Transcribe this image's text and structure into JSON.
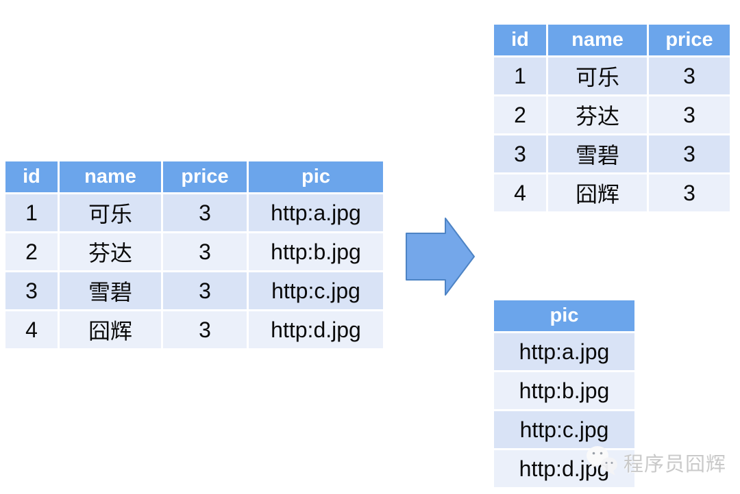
{
  "colors": {
    "header_bg": "#6BA5EB",
    "row_odd": "#D9E3F6",
    "row_even": "#EBF0FA",
    "arrow_fill": "#74A7EA",
    "arrow_border": "#4D83C4",
    "cell_text": "#0A0A0A",
    "header_text": "#FFFFFF",
    "watermark_text": "#C9C9C9"
  },
  "tables": {
    "source": {
      "headers": [
        "id",
        "name",
        "price",
        "pic"
      ],
      "rows": [
        [
          "1",
          "可乐",
          "3",
          "http:a.jpg"
        ],
        [
          "2",
          "芬达",
          "3",
          "http:b.jpg"
        ],
        [
          "3",
          "雪碧",
          "3",
          "http:c.jpg"
        ],
        [
          "4",
          "囧辉",
          "3",
          "http:d.jpg"
        ]
      ]
    },
    "split_main": {
      "headers": [
        "id",
        "name",
        "price"
      ],
      "rows": [
        [
          "1",
          "可乐",
          "3"
        ],
        [
          "2",
          "芬达",
          "3"
        ],
        [
          "3",
          "雪碧",
          "3"
        ],
        [
          "4",
          "囧辉",
          "3"
        ]
      ]
    },
    "split_pic": {
      "headers": [
        "pic"
      ],
      "rows": [
        [
          "http:a.jpg"
        ],
        [
          "http:b.jpg"
        ],
        [
          "http:c.jpg"
        ],
        [
          "http:d.jpg"
        ]
      ]
    }
  },
  "arrow": {
    "direction": "right"
  },
  "watermark": {
    "icon": "wechat-icon",
    "label": "程序员囧辉"
  }
}
